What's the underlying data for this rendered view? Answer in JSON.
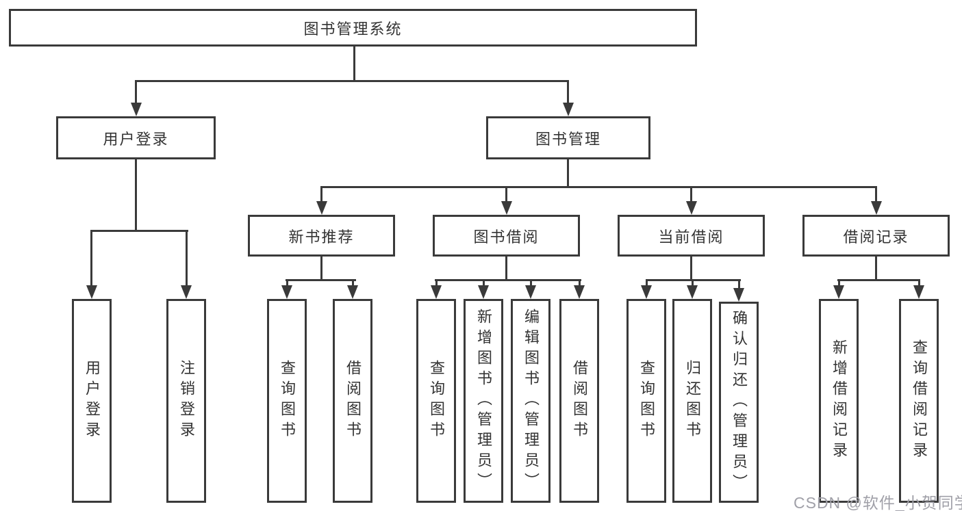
{
  "diagram": {
    "root": {
      "label": "图书管理系统"
    },
    "level2": [
      {
        "label": "用户登录"
      },
      {
        "label": "图书管理"
      }
    ],
    "level3": [
      {
        "label": "新书推荐"
      },
      {
        "label": "图书借阅"
      },
      {
        "label": "当前借阅"
      },
      {
        "label": "借阅记录"
      }
    ],
    "leaves": {
      "user_login": [
        "用户登录",
        "注销登录"
      ],
      "new_book_recommend": [
        "查询图书",
        "借阅图书"
      ],
      "book_borrow": [
        "查询图书",
        "新增图书（管理员）",
        "编辑图书（管理员）",
        "借阅图书"
      ],
      "current_borrow": [
        "查询图书",
        "归还图书",
        "确认归还（管理员）"
      ],
      "borrow_records": [
        "新增借阅记录",
        "查询借阅记录"
      ]
    }
  },
  "watermark": {
    "text": "CSDN @软件_小贺同学"
  },
  "colors": {
    "line": "#3a3a3a",
    "text": "#333333",
    "watermark": "#a0a0a8",
    "background": "#ffffff"
  }
}
